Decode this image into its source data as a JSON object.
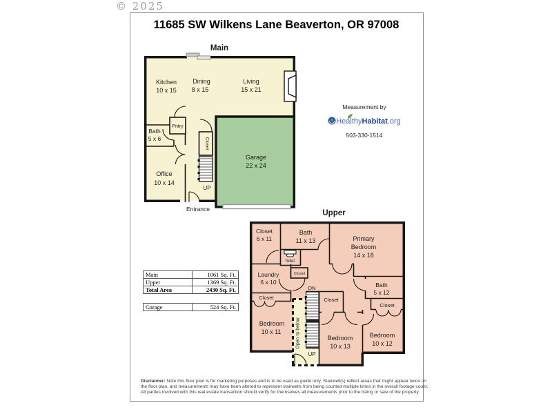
{
  "watermark": "© 2025",
  "title": "11685 SW Wilkens Lane Beaverton, OR 97008",
  "colors": {
    "floor_cream": "#F7F2D2",
    "garage_green": "#A7CD9E",
    "upper_pink": "#F5CEBB",
    "wall": "#161616"
  },
  "main_floor": {
    "label": "Main",
    "kitchen_name": "Kitchen",
    "kitchen_dims": "10 x 15",
    "dining_name": "Dining",
    "dining_dims": "8 x 15",
    "living_name": "Living",
    "living_dims": "15 x 21",
    "bath_name": "Bath",
    "bath_dims": "5 x 6",
    "pantry_name": "Pntry",
    "office_name": "Office",
    "office_dims": "10 x 14",
    "closet_name": "Closet",
    "garage_name": "Garage",
    "garage_dims": "22 x 24",
    "stairs_up": "UP",
    "entrance": "Entrance"
  },
  "measured_by": {
    "caption": "Measurement by",
    "brand_prefix": "Healthy",
    "brand_suffix": "Habitat",
    "brand_tld": ".org",
    "phone": "503-330-1514"
  },
  "upper_floor": {
    "label": "Upper",
    "closet_tl_name": "Closet",
    "closet_tl_dims": "6 x 11",
    "bath_main_name": "Bath",
    "bath_main_dims": "11 x 13",
    "primary_line1": "Primary",
    "primary_line2": "Bedroom",
    "primary_dims": "14 x 18",
    "toilet": "Toilet",
    "laundry_name": "Laundry",
    "laundry_dims": "6 x 10",
    "closet_small": "Closet",
    "closet_left": "Closet",
    "closet_mid": "Closet",
    "bath_right_name": "Bath",
    "bath_right_dims": "5 x 12",
    "closet_right": "Closet",
    "bedroom1_name": "Bedroom",
    "bedroom1_dims": "10 x 11",
    "bedroom2_name": "Bedroom",
    "bedroom2_dims": "10 x 13",
    "bedroom3_name": "Bedroom",
    "bedroom3_dims": "10 x 12",
    "open_to_below": "Open to below",
    "stairs_dn": "DN",
    "stairs_up": "UP"
  },
  "area_table": {
    "rows": [
      {
        "label": "Main",
        "value": "1061 Sq. Ft."
      },
      {
        "label": "Upper",
        "value": "1369 Sq. Ft."
      },
      {
        "label": "Total Area",
        "value": "2430 Sq. Ft."
      }
    ],
    "garage": {
      "label": "Garage",
      "value": "524 Sq. Ft."
    }
  },
  "disclaimer": {
    "label": "Disclaimer:",
    "line1": " Note this floor plan is for marketing purposes and is to be used as guide only.  Stairwell(s) reflect areas that might appear twice on",
    "line2": "the floor plan, and measurements may have been altered to represent stairwells from being counted multiple times in the overall footage count.",
    "line3": "All parties involved with this real estate transaction should verify for themselves all measurements prior to the listing or sale of the property."
  }
}
